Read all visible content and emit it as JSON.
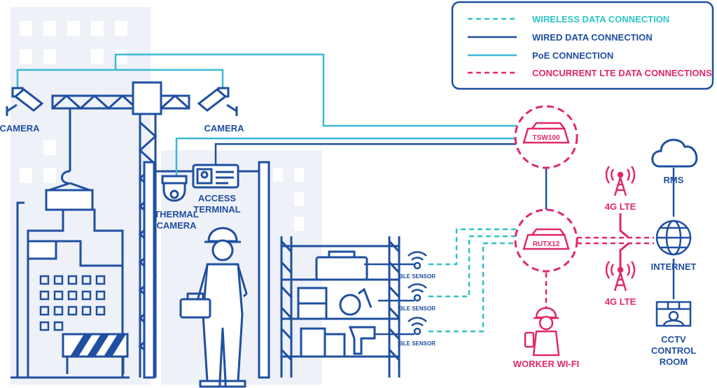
{
  "legend": {
    "items": [
      {
        "label": "WIRELESS DATA CONNECTION",
        "color": "#2ec4c4",
        "style": "dashed"
      },
      {
        "label": "WIRED DATA CONNECTION",
        "color": "#1f4fa0",
        "style": "solid"
      },
      {
        "label": "PoE CONNECTION",
        "color": "#3bb8d4",
        "style": "solid"
      },
      {
        "label": "CONCURRENT LTE DATA CONNECTIONS",
        "color": "#e0286a",
        "style": "dashed"
      }
    ]
  },
  "labels": {
    "camera_left": "CAMERA",
    "camera_right": "CAMERA",
    "thermal_camera_1": "THERMAL",
    "thermal_camera_2": "CAMERA",
    "access_terminal_1": "ACCESS",
    "access_terminal_2": "TERMINAL",
    "ble_sensor_1": "BLE SENSOR",
    "ble_sensor_2": "BLE SENSOR",
    "ble_sensor_3": "BLE SENSOR",
    "tsw100": "TSW100",
    "rutx12": "RUTX12",
    "lte_top": "4G LTE",
    "lte_bottom": "4G LTE",
    "worker_wifi": "WORKER WI-FI",
    "rms": "RMS",
    "internet": "INTERNET",
    "cctv_1": "CCTV",
    "cctv_2": "CONTROL",
    "cctv_3": "ROOM"
  },
  "colors": {
    "navy": "#1f4fa0",
    "teal": "#2ec4c4",
    "poe": "#3bb8d4",
    "pink": "#e0286a",
    "building": "#eef1f8"
  }
}
